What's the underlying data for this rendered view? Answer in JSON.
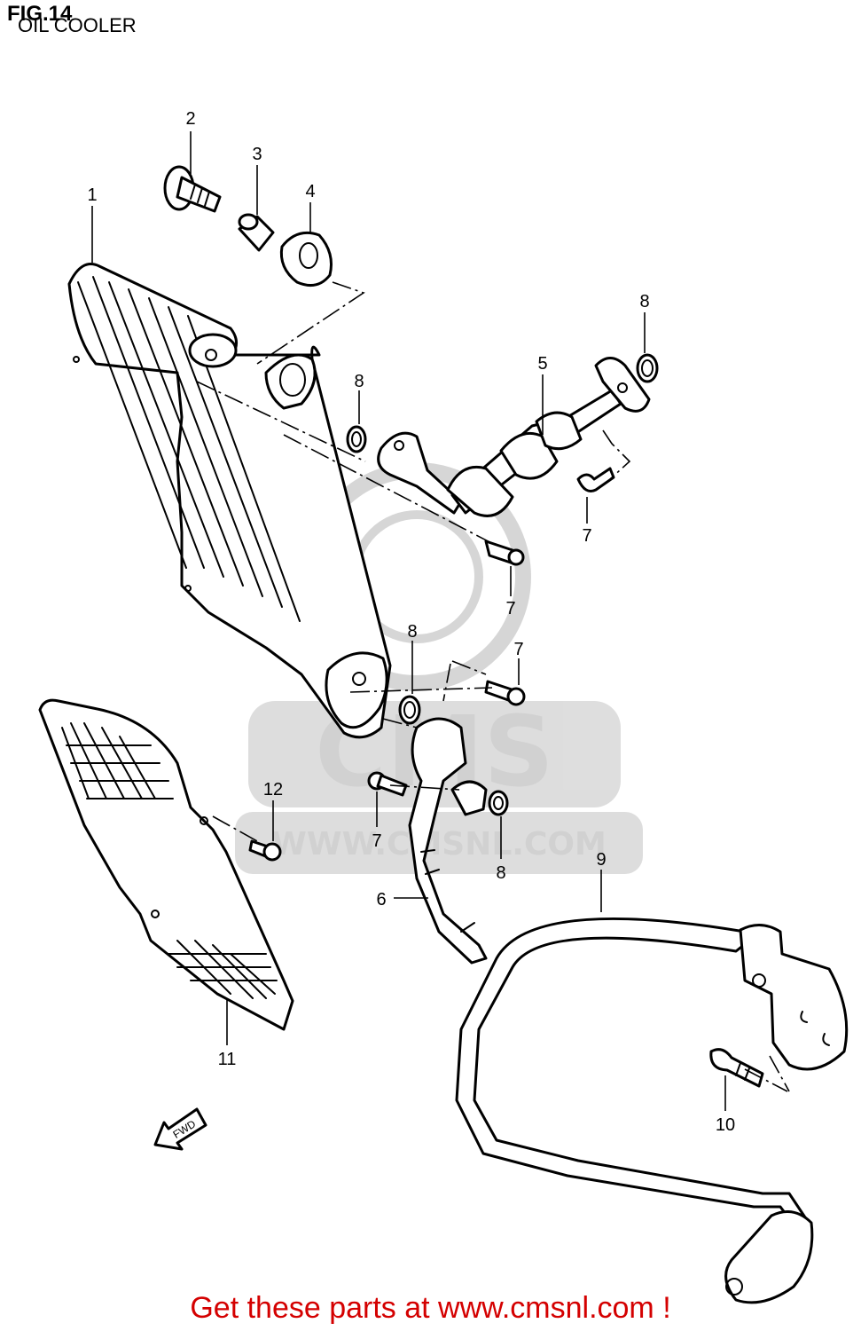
{
  "header": {
    "figure": "FIG.14",
    "title": "OIL COOLER"
  },
  "parts": [
    {
      "ref": "1"
    },
    {
      "ref": "2"
    },
    {
      "ref": "3"
    },
    {
      "ref": "4"
    },
    {
      "ref": "5"
    },
    {
      "ref": "6"
    },
    {
      "ref": "7"
    },
    {
      "ref": "8"
    },
    {
      "ref": "9"
    },
    {
      "ref": "10"
    },
    {
      "ref": "11"
    },
    {
      "ref": "12"
    }
  ],
  "callouts": {
    "c1": "1",
    "c2": "2",
    "c3": "3",
    "c4": "4",
    "c5": "5",
    "c6": "6",
    "c7a": "7",
    "c7b": "7",
    "c7c": "7",
    "c7d": "7",
    "c8a": "8",
    "c8b": "8",
    "c8c": "8",
    "c8d": "8",
    "c9": "9",
    "c10": "10",
    "c11": "11",
    "c12": "12"
  },
  "direction_marker": "FWD",
  "watermark": {
    "brand": "CMS",
    "url": "WWW.CMSNL.COM"
  },
  "footer": {
    "text": "Get these parts at www.cmsnl.com !"
  },
  "colors": {
    "line": "#000000",
    "footer": "#d40000",
    "watermark": "#c9c9c9"
  }
}
